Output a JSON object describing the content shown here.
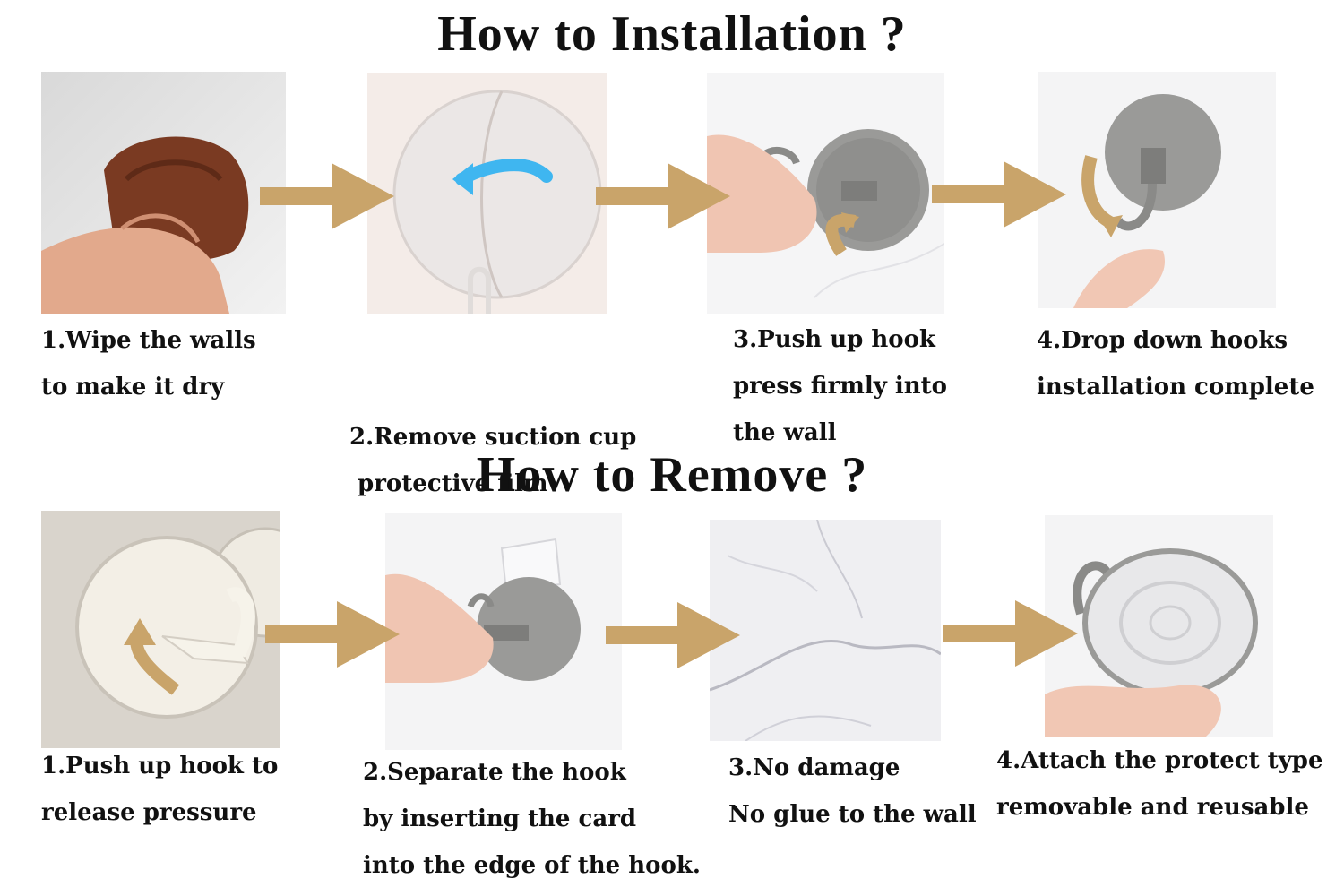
{
  "install": {
    "title": "How to Installation ?",
    "steps": [
      {
        "lines": [
          "1.Wipe the walls",
          "to make it dry"
        ]
      },
      {
        "lines": [
          "2.Remove suction cup",
          " protective film"
        ]
      },
      {
        "lines": [
          "3.Push up hook",
          "press firmly into",
          "the wall"
        ]
      },
      {
        "lines": [
          "4.Drop down hooks",
          "installation complete"
        ]
      }
    ]
  },
  "remove": {
    "title": "How to Remove ?",
    "steps": [
      {
        "lines": [
          "1.Push up hook to",
          "release pressure"
        ]
      },
      {
        "lines": [
          "2.Separate the hook",
          "by inserting the card",
          "into the edge of the hook."
        ]
      },
      {
        "lines": [
          "3.No damage",
          "No glue to the wall"
        ]
      },
      {
        "lines": [
          "4.Attach the protect type",
          "removable and reusable"
        ]
      }
    ]
  },
  "colors": {
    "arrow": "#C9A46A",
    "accent_blue": "#3FB6F0",
    "hook_gray": "#8A8A88"
  },
  "icons": [
    "arrow-right-icon"
  ]
}
